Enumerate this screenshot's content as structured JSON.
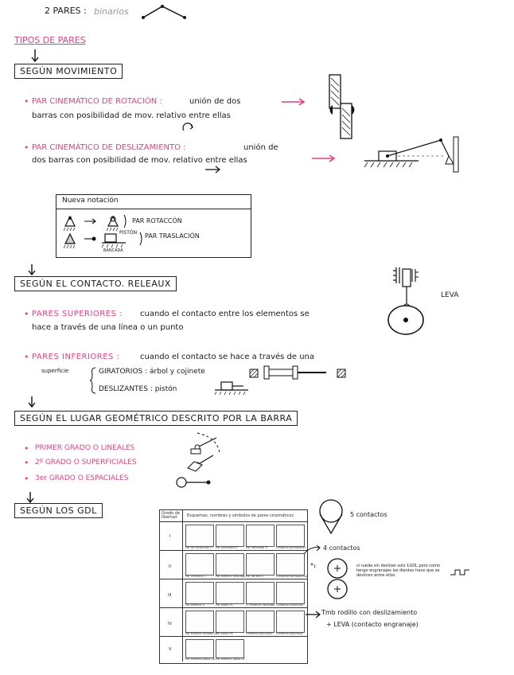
{
  "top": {
    "pares_label": "2 PARES :",
    "binarios": "binarios"
  },
  "section_title": "TIPOS DE PARES",
  "movimiento": {
    "heading": "SEGÚN MOVIMIENTO",
    "rot_title": "PAR CINEMÁTICO DE ROTACIÓN :",
    "rot_text1": "unión de dos",
    "rot_text2": "barras con posibilidad de mov. relativo entre ellas",
    "des_title": "PAR CINEMÁTICO DE DESLIZAMIENTO :",
    "des_text1": "unión de",
    "des_text2": "dos barras con posibilidad de mov. relativo entre ellas"
  },
  "notacion": {
    "title": "Nueva notación",
    "rot": "PAR ROTACCÓN",
    "piston": "PISTÓN",
    "tras": "PAR TRASLACIÓN",
    "bancada": "BANCADA"
  },
  "reuleaux": {
    "heading": "SEGÚN EL CONTACTO. RELEAUX",
    "leva": "LEVA",
    "sup_title": "PARES SUPERIORES :",
    "sup_text1": "cuando el contacto entre los elementos se",
    "sup_text2": "hace a través de una línea o un punto",
    "inf_title": "PARES INFERIORES :",
    "inf_text1": "cuando el contacto se hace a través de una",
    "inf_sup": "superficie",
    "giratorios": "GIRATORIOS : árbol y cojinete",
    "deslizantes": "DESLIZANTES : pistón"
  },
  "lugar": {
    "heading": "SEGÚN EL LUGAR GEOMÉTRICO DESCRITO POR LA BARRA",
    "items": [
      "PRIMER GRADO O LINEALES",
      "2º GRADO O SUPERFICIALES",
      "3er GRADO O ESPACIALES"
    ]
  },
  "gdl": {
    "heading": "SEGÚN LOS GDL",
    "table_grado": "Grado de libertad",
    "table_title": "Esquemas, nombres y símbolos de pares cinemáticos",
    "rows": [
      "I",
      "II",
      "III",
      "IV",
      "V"
    ],
    "captions": [
      [
        "Par de revolución R",
        "Par prismático P",
        "Par helicoidal H",
        "Contacto puntiplanar"
      ],
      [
        "Par cilíndrico C",
        "Par esférico rasurado",
        "Par de leva L",
        "Contacto homopuntual"
      ],
      [
        "Par esférico G",
        "Par plano PL",
        "P. cilíndrico rasurado",
        "Contacto tripuntual"
      ],
      [
        "Par esférico cilindro Es",
        "Par plano PE",
        "Contacto bipuntual",
        "Contacto bipuntual"
      ],
      [
        "Par esférico plano Sp",
        "Par esférico plano Es"
      ]
    ],
    "cinco": "5 contactos",
    "cuatro": "4 contactos",
    "note": "si rueda sin deslizar solo 1GDL pero como tengo engranajes los dientes hace que se deslicen entre ellos",
    "tmb1": "Tmb rodillo con deslizamiento",
    "tmb2": "+ LEVA (contacto engranaje)"
  },
  "colors": {
    "pink": "#e8407e",
    "ink": "#1a1a1a"
  }
}
